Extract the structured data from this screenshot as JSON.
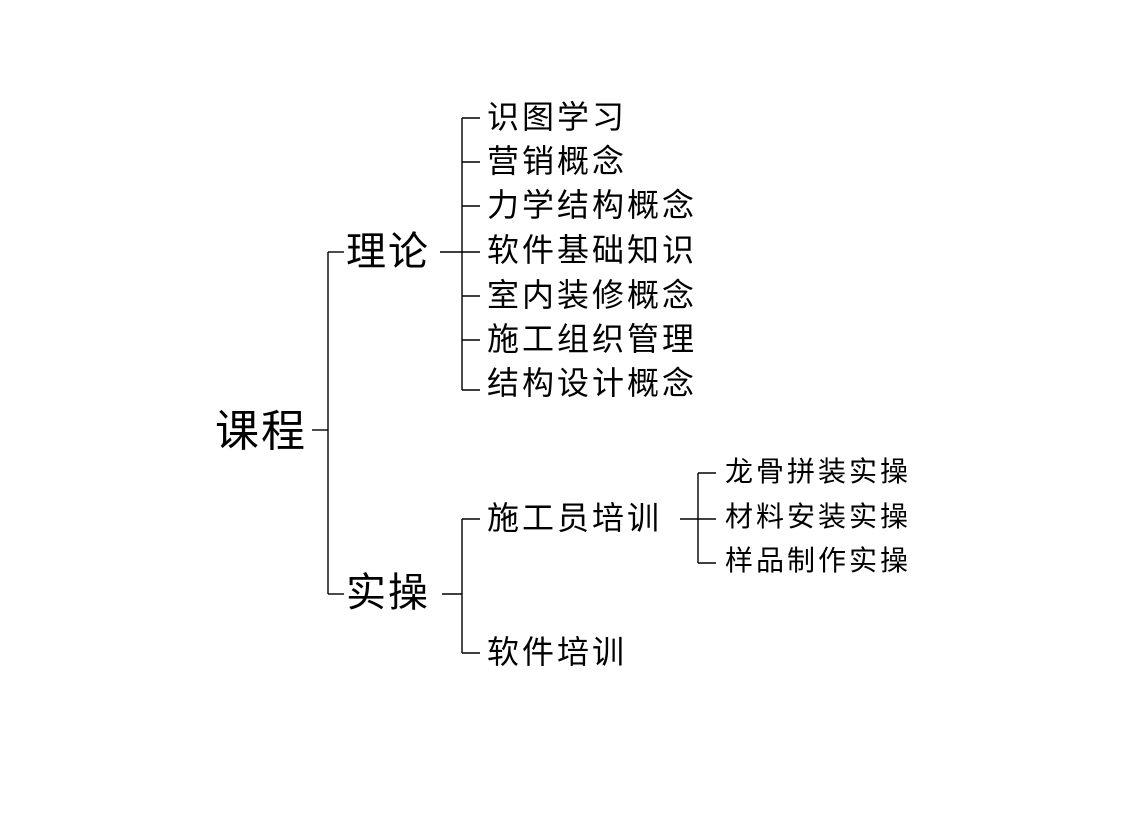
{
  "tree": {
    "root": "课程",
    "theory": {
      "label": "理论",
      "items": [
        "识图学习",
        "营销概念",
        "力学结构概念",
        "软件基础知识",
        "室内装修概念",
        "施工组织管理",
        "结构设计概念"
      ]
    },
    "practice": {
      "label": "实操",
      "builder": {
        "label": "施工员培训",
        "items": [
          "龙骨拼装实操",
          "材料安装实操",
          "样品制作实操"
        ]
      },
      "software": {
        "label": "软件培训"
      }
    }
  }
}
